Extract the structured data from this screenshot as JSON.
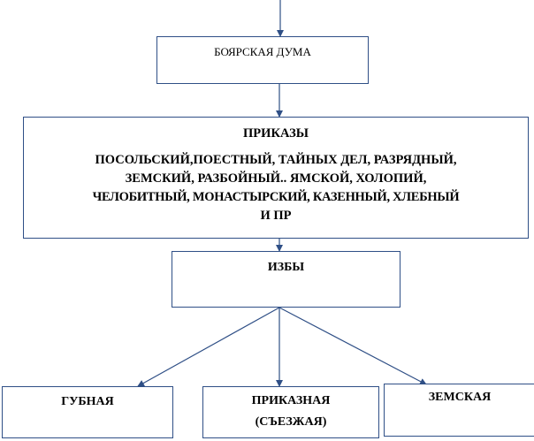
{
  "diagram": {
    "top": {
      "label": "БОЯРСКАЯ ДУМА"
    },
    "prikazy": {
      "title": "ПРИКАЗЫ",
      "lines": [
        "ПОСОЛЬСКИЙ,ПОЕСТНЫЙ, ТАЙНЫХ ДЕЛ, РАЗРЯДНЫЙ,",
        "ЗЕМСКИЙ, РАЗБОЙНЫЙ.. ЯМСКОЙ, ХОЛОПИЙ,",
        "ЧЕЛОБИТНЫЙ, МОНАСТЫРСКИЙ, КАЗЕННЫЙ, ХЛЕБНЫЙ",
        "И ПР"
      ]
    },
    "izby": {
      "label": "ИЗБЫ"
    },
    "bottom": [
      {
        "label": "ГУБНАЯ"
      },
      {
        "label": "ПРИКАЗНАЯ",
        "label2": "(СЪЕЗЖАЯ)"
      },
      {
        "label": "ЗЕМСКАЯ"
      }
    ],
    "colors": {
      "line": "#2f4f86"
    }
  }
}
